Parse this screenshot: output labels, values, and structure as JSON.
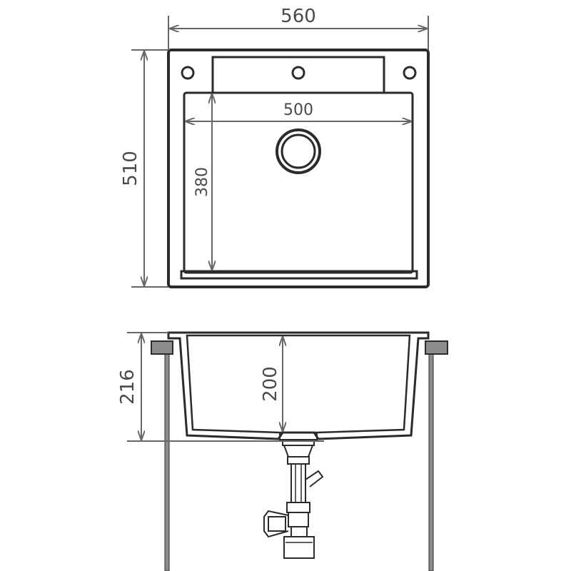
{
  "dimensions": {
    "overall_width": "560",
    "overall_depth": "510",
    "bowl_width": "500",
    "bowl_depth": "380",
    "bowl_height": "200",
    "overall_height": "216"
  },
  "colors": {
    "outline": "#2b2b2b",
    "dimension": "#666666",
    "bracket_fill": "#8c8c8c"
  }
}
